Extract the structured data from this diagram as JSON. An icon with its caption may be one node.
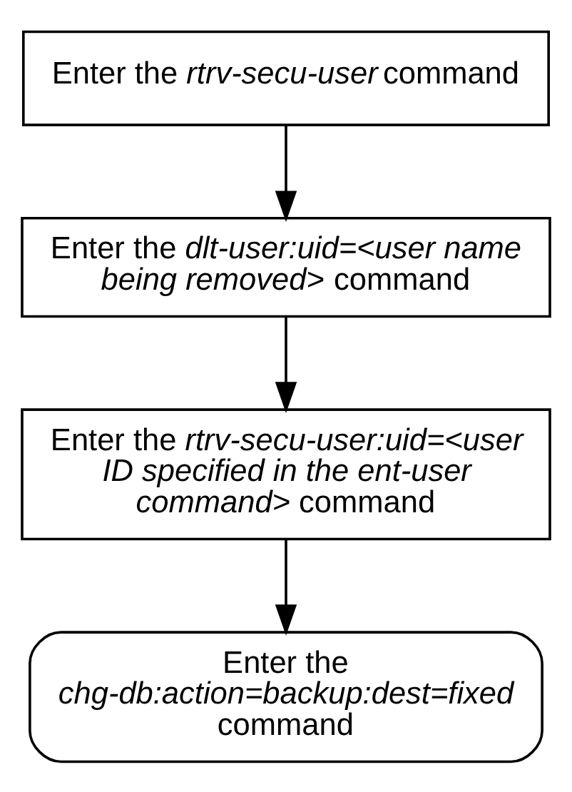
{
  "diagram": {
    "nodes": [
      {
        "text": [
          "Enter the *rtrv-secu-user* command"
        ]
      },
      {
        "text": [
          "Enter the *dlt-user:uid=<user name being removed>* command"
        ]
      },
      {
        "text": [
          "Enter the *rtrv-secu-user:uid=<user ID specified in the ent-user command>* command"
        ]
      },
      {
        "text": [
          "Enter the *chg-db:action=backup:dest=fixed* command"
        ]
      }
    ],
    "edges": [
      {
        "from": 0,
        "to": 1,
        "arrow": "to"
      },
      {
        "from": 1,
        "to": 2,
        "arrow": "to"
      },
      {
        "from": 2,
        "to": 3,
        "arrow": "to"
      }
    ]
  }
}
